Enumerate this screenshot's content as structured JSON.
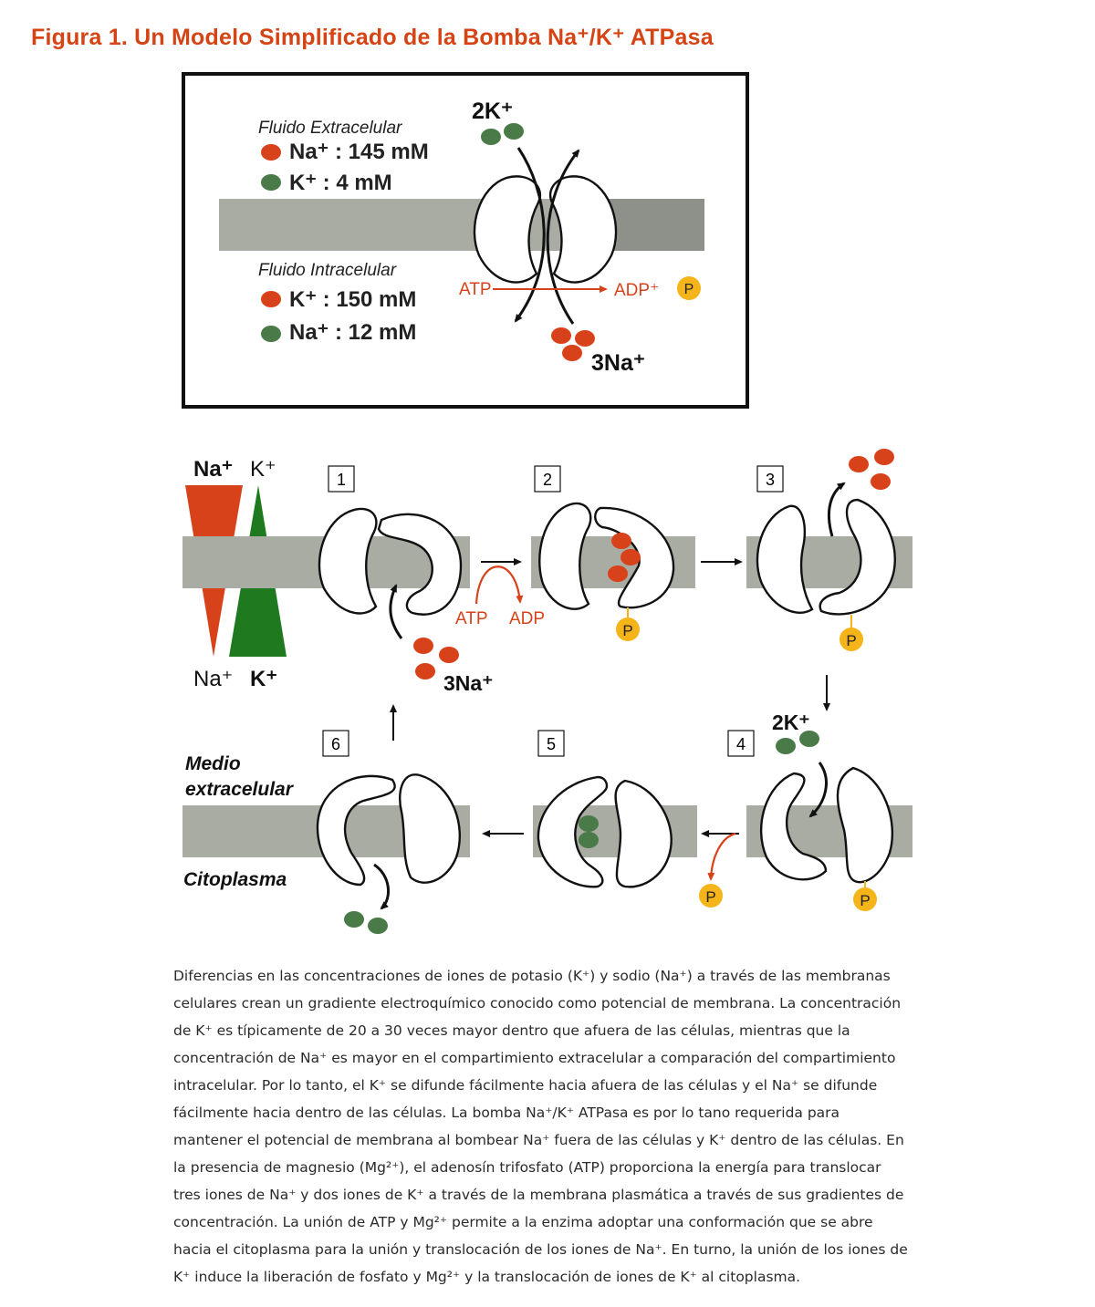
{
  "title": "Figura 1. Un Modelo Simplificado de la Bomba Na⁺/K⁺ ATPasa",
  "top_panel": {
    "extracellular_label": "Fluido Extracelular",
    "extra_na": "Na⁺ : 145 mM",
    "extra_k": "K⁺ : 4 mM",
    "intracellular_label": "Fluido Intracelular",
    "intra_k": "K⁺ : 150 mM",
    "intra_na": "Na⁺ : 12 mM",
    "k_in_label": "2K⁺",
    "na_out_label": "3Na⁺",
    "atp_label": "ATP",
    "adp_label": "ADP⁺",
    "phosphate_label": "P"
  },
  "gradient": {
    "top_na": "Na⁺",
    "top_k": "K⁺",
    "bottom_na": "Na⁺",
    "bottom_k": "K⁺"
  },
  "steps": {
    "s1": "1",
    "s2": "2",
    "s3": "3",
    "s4": "4",
    "s5": "5",
    "s6": "6",
    "atp": "ATP",
    "adp": "ADP",
    "na3": "3Na⁺",
    "k2": "2K⁺",
    "p": "P"
  },
  "side_labels": {
    "extracellular": "Medio extracelular",
    "extracellular_line1": "Medio",
    "extracellular_line2": "extracelular",
    "cytoplasm": "Citoplasma"
  },
  "caption": "Diferencias en las concentraciones de iones de potasio (K⁺) y sodio (Na⁺) a través de las membranas celulares crean un gradiente electroquímico conocido como potencial de membrana. La concentración de K⁺ es típicamente de 20 a 30 veces mayor dentro que afuera de las células, mientras que la concentración de Na⁺ es mayor en el compartimiento extracelular a comparación del compartimiento intracelular. Por lo tanto, el K⁺ se difunde fácilmente hacia afuera de las células y el Na⁺ se difunde fácilmente hacia dentro de las células. La bomba Na⁺/K⁺ ATPasa es por lo tano requerida para mantener el potencial de membrana al bombear Na⁺ fuera de las células y K⁺ dentro de las células. En la presencia de magnesio (Mg²⁺), el adenosín trifosfato (ATP) proporciona la energía para translocar tres iones de Na⁺ y dos iones de K⁺ a través de la membrana plasmática a través de sus gradientes de concentración. La unión de ATP y Mg²⁺ permite a la enzima adoptar una conformación que se abre hacia el citoplasma para la unión y translocación de los iones de Na⁺. En turno, la unión de los iones de K⁺ induce la liberación de fosfato y Mg²⁺ y la translocación de iones de K⁺ al citoplasma.",
  "colors": {
    "sodium": "#d8421a",
    "potassium": "#4a7a48",
    "phosphate": "#f4b41a",
    "membrane": "#a8aca2",
    "title": "#d54414",
    "gradient_na": "#d8421a",
    "gradient_k": "#1f7a1f"
  }
}
